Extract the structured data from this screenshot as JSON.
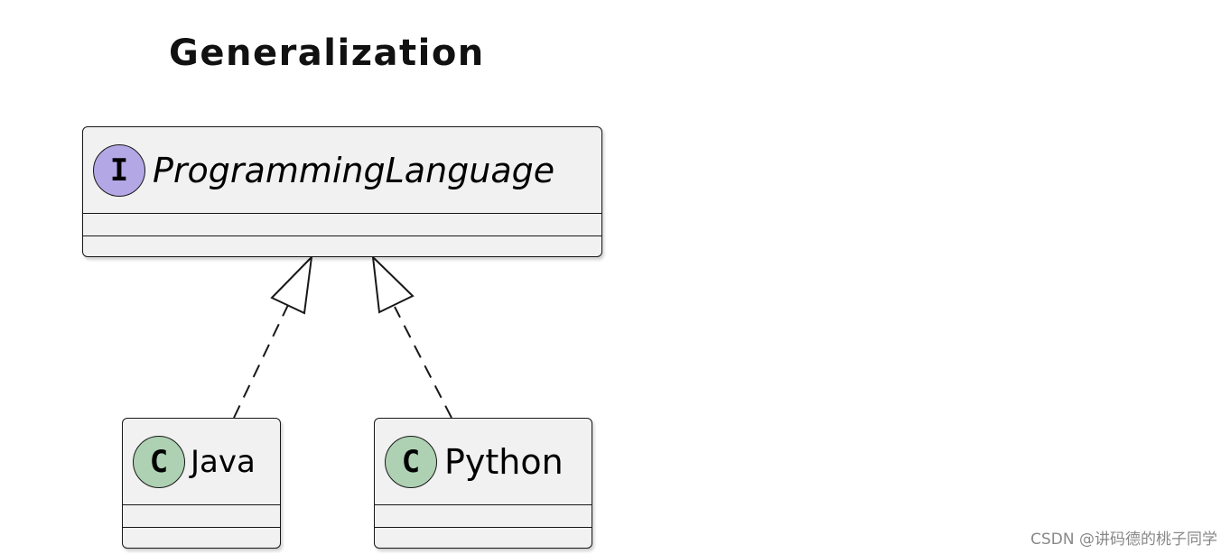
{
  "diagram": {
    "title": "Generalization",
    "interface": {
      "stereotype_letter": "I",
      "name": "ProgrammingLanguage"
    },
    "classes": [
      {
        "stereotype_letter": "C",
        "name": "Java"
      },
      {
        "stereotype_letter": "C",
        "name": "Python"
      }
    ],
    "relations": [
      {
        "from": "Java",
        "to": "ProgrammingLanguage",
        "type": "realization"
      },
      {
        "from": "Python",
        "to": "ProgrammingLanguage",
        "type": "realization"
      }
    ],
    "colors": {
      "interface_badge": "#b4a7e5",
      "class_badge": "#add1b2",
      "box_fill": "#f1f1f1",
      "border": "#181818"
    }
  },
  "watermark": "CSDN @讲码德的桃子同学"
}
